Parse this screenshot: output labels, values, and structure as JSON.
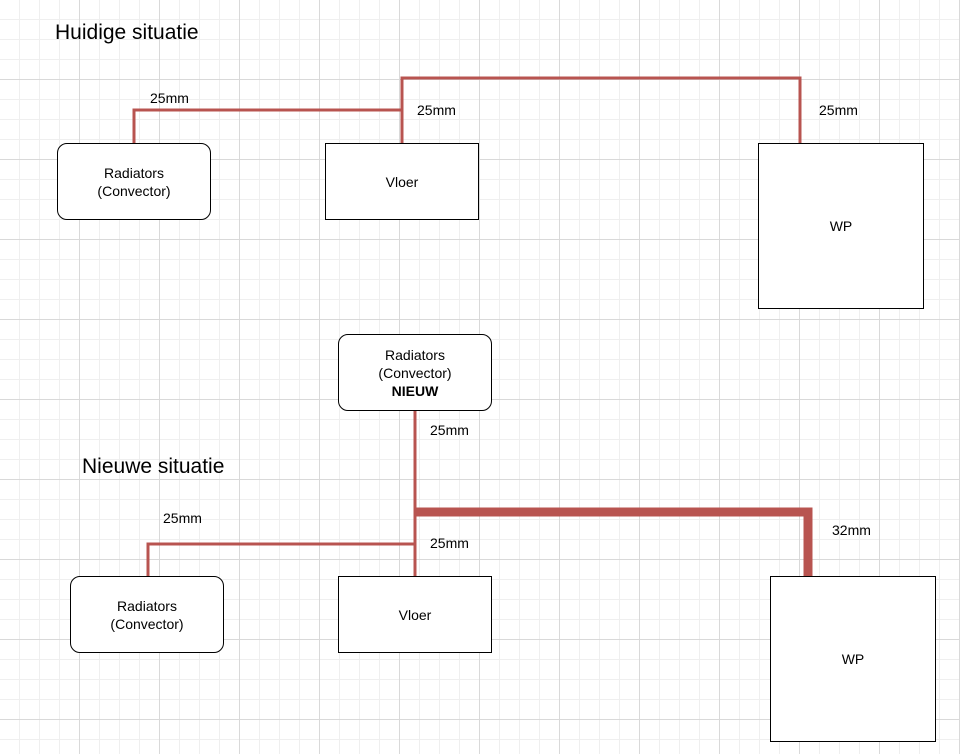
{
  "colors": {
    "pipe": "#b85450",
    "box_border": "#000000",
    "grid": "#d9d9d9"
  },
  "current": {
    "title": "Huidige situatie",
    "radiators": {
      "line1": "Radiators",
      "line2": "(Convector)"
    },
    "floor": {
      "label": "Vloer"
    },
    "heatpump": {
      "label": "WP"
    },
    "pipes": {
      "radiators": "25mm",
      "floor": "25mm",
      "heatpump": "25mm"
    }
  },
  "new": {
    "title": "Nieuwe situatie",
    "radiators_new": {
      "line1": "Radiators",
      "line2": "(Convector)",
      "line3": "NIEUW"
    },
    "radiators": {
      "line1": "Radiators",
      "line2": "(Convector)"
    },
    "floor": {
      "label": "Vloer"
    },
    "heatpump": {
      "label": "WP"
    },
    "pipes": {
      "radiators_new": "25mm",
      "radiators": "25mm",
      "floor": "25mm",
      "heatpump": "32mm"
    }
  }
}
